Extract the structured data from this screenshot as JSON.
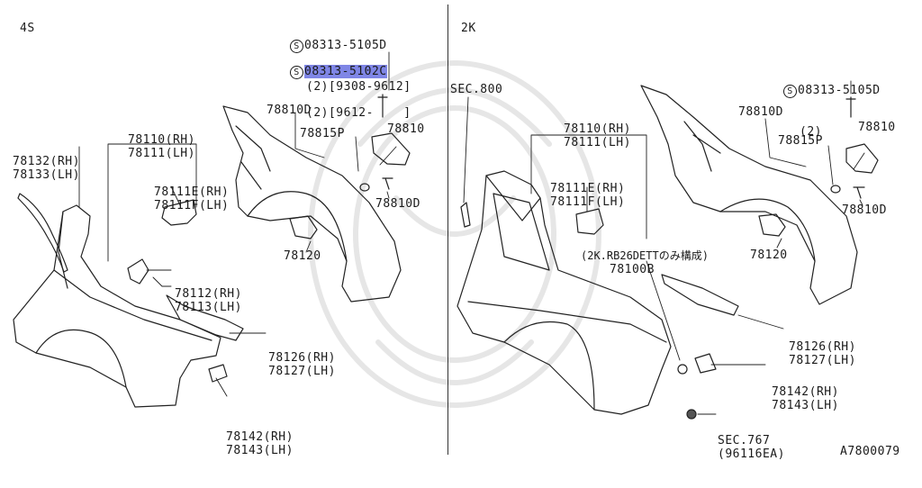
{
  "section_left": "4S",
  "section_right": "2K",
  "catalog_id": "A7800079",
  "screw_symbol": "S",
  "left": {
    "screw1_part": "08313-5105D",
    "screw1_note": "(2)[9308-9612]",
    "screw2_part": "08313-5102C",
    "screw2_note": "(2)[9612-    ]",
    "p78110": "78110(RH)",
    "p78111": "78111(LH)",
    "p78132": "78132(RH)",
    "p78133": "78133(LH)",
    "p78111E": "78111E(RH)",
    "p78111F": "78111F(LH)",
    "p78810D_top": "78810D",
    "p78815P": "78815P",
    "p78810": "78810",
    "p78810D_low": "78810D",
    "p78120": "78120",
    "p78112": "78112(RH)",
    "p78113": "78113(LH)",
    "p78126": "78126(RH)",
    "p78127": "78127(LH)",
    "p78142": "78142(RH)",
    "p78143": "78143(LH)"
  },
  "right": {
    "sec800": "SEC.800",
    "p78110": "78110(RH)",
    "p78111": "78111(LH)",
    "p78111E": "78111E(RH)",
    "p78111F": "78111F(LH)",
    "p78100B": "78100B",
    "p78100B_note": "(2K.RB26DETTのみ構成)",
    "screw_part": "08313-5105D",
    "screw_note": "(2)",
    "p78810D_top": "78810D",
    "p78815P": "78815P",
    "p78810": "78810",
    "p78810D_low": "78810D",
    "p78120": "78120",
    "p78126": "78126(RH)",
    "p78127": "78127(LH)",
    "p78142": "78142(RH)",
    "p78143": "78143(LH)",
    "sec767": "SEC.767",
    "sec767_note": "(96116EA)"
  }
}
